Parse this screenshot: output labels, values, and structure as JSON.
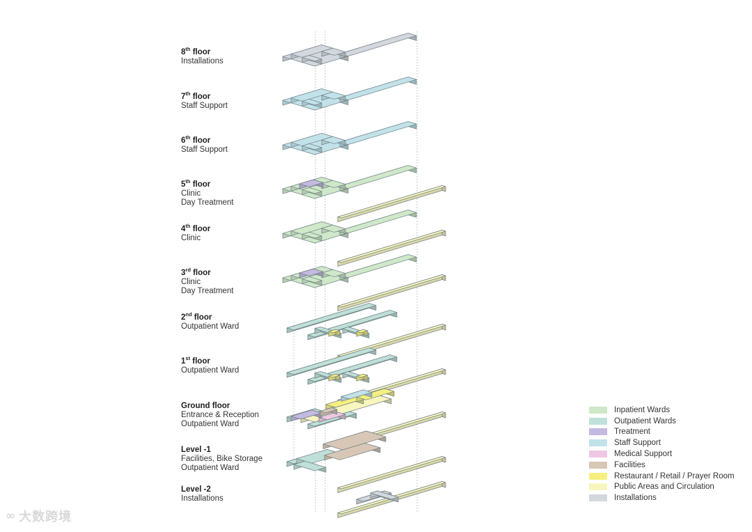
{
  "floors": [
    {
      "id": "8",
      "name": "8",
      "sup": "th",
      "suffix": " floor",
      "lines": [
        "Installations"
      ]
    },
    {
      "id": "7",
      "name": "7",
      "sup": "th",
      "suffix": " floor",
      "lines": [
        "Staff Support"
      ]
    },
    {
      "id": "6",
      "name": "6",
      "sup": "th",
      "suffix": " floor",
      "lines": [
        "Staff Support"
      ]
    },
    {
      "id": "5",
      "name": "5",
      "sup": "th",
      "suffix": " floor",
      "lines": [
        "Clinic",
        "Day Treatment"
      ]
    },
    {
      "id": "4",
      "name": "4",
      "sup": "th",
      "suffix": " floor",
      "lines": [
        "Clinic"
      ]
    },
    {
      "id": "3",
      "name": "3",
      "sup": "rd",
      "suffix": " floor",
      "lines": [
        "Clinic",
        "Day Treatment"
      ]
    },
    {
      "id": "2",
      "name": "2",
      "sup": "nd",
      "suffix": " floor",
      "lines": [
        "Outpatient Ward"
      ]
    },
    {
      "id": "1",
      "name": "1",
      "sup": "st",
      "suffix": " floor",
      "lines": [
        "Outpatient Ward"
      ]
    },
    {
      "id": "0",
      "name": "Ground floor",
      "sup": "",
      "suffix": "",
      "lines": [
        "Entrance & Reception",
        "Outpatient Ward"
      ]
    },
    {
      "id": "-1",
      "name": "Level -1",
      "sup": "",
      "suffix": "",
      "lines": [
        "Facilities, Bike Storage",
        "Outpatient Ward"
      ]
    },
    {
      "id": "-2",
      "name": "Level -2",
      "sup": "",
      "suffix": "",
      "lines": [
        "Installations"
      ]
    }
  ],
  "legend": [
    {
      "key": "inpatient",
      "label": "Inpatient Wards",
      "color": "#cfe8c9"
    },
    {
      "key": "outpatient",
      "label": "Outpatient Wards",
      "color": "#bfe0d8"
    },
    {
      "key": "treatment",
      "label": "Treatment",
      "color": "#c4b9e0"
    },
    {
      "key": "staff",
      "label": "Staff Support",
      "color": "#c2e2ea"
    },
    {
      "key": "medical",
      "label": "Medical Support",
      "color": "#efc7e4"
    },
    {
      "key": "facilities",
      "label": "Facilities",
      "color": "#d8c7b6"
    },
    {
      "key": "restaurant",
      "label": "Restaurant / Retail / Prayer Room",
      "color": "#f6ef7f"
    },
    {
      "key": "public",
      "label": "Public Areas and Circulation",
      "color": "#f8f5bf"
    },
    {
      "key": "installations",
      "label": "Installations",
      "color": "#d3d7de"
    }
  ],
  "watermark": {
    "text": "大数跨境",
    "icon": "∞"
  }
}
